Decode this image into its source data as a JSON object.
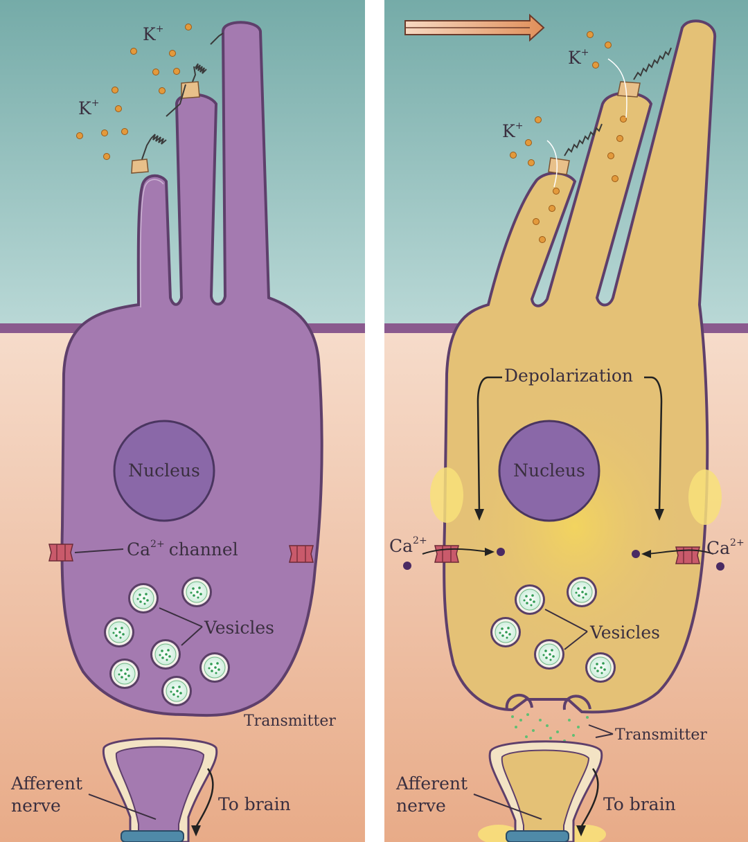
{
  "panels": [
    {
      "id": "resting",
      "labels": {
        "k_ion_1": "K",
        "k_ion_2": "K",
        "k_charge": "+",
        "nucleus": "Nucleus",
        "ca_channel_prefix": "Ca",
        "ca_charge": "2+",
        "ca_channel_suffix": "channel",
        "vesicles": "Vesicles",
        "transmitter": "Transmitter",
        "afferent_line1": "Afferent",
        "afferent_line2": "nerve",
        "to_brain": "To brain"
      }
    },
    {
      "id": "stimulated",
      "labels": {
        "k_ion_1": "K",
        "k_ion_2": "K",
        "k_charge": "+",
        "depolarization": "Depolarization",
        "nucleus": "Nucleus",
        "ca_left": "Ca",
        "ca_right": "Ca",
        "ca_charge": "2+",
        "vesicles": "Vesicles",
        "transmitter": "Transmitter",
        "afferent_line1": "Afferent",
        "afferent_line2": "nerve",
        "to_brain": "To brain"
      }
    }
  ],
  "colors": {
    "endolymph": "#7fb3b0",
    "perilymph": "#f2cdb5",
    "membrane_band": "#8a5a8e",
    "resting_cell": "#a47ab0",
    "stimulated_cell": "#e4c176",
    "nucleus": "#8a68a8",
    "ca_channel": "#c95a6b",
    "vesicle": "#7cc78f",
    "k_ion": "#e39a3c",
    "ca_ion": "#4a2a63",
    "stimulus_arrow": "#e9a06a"
  },
  "icons": [
    "stimulus-arrow-icon",
    "tip-link-spring-icon",
    "transduction-channel-icon",
    "calcium-channel-icon",
    "vesicle-icon"
  ]
}
